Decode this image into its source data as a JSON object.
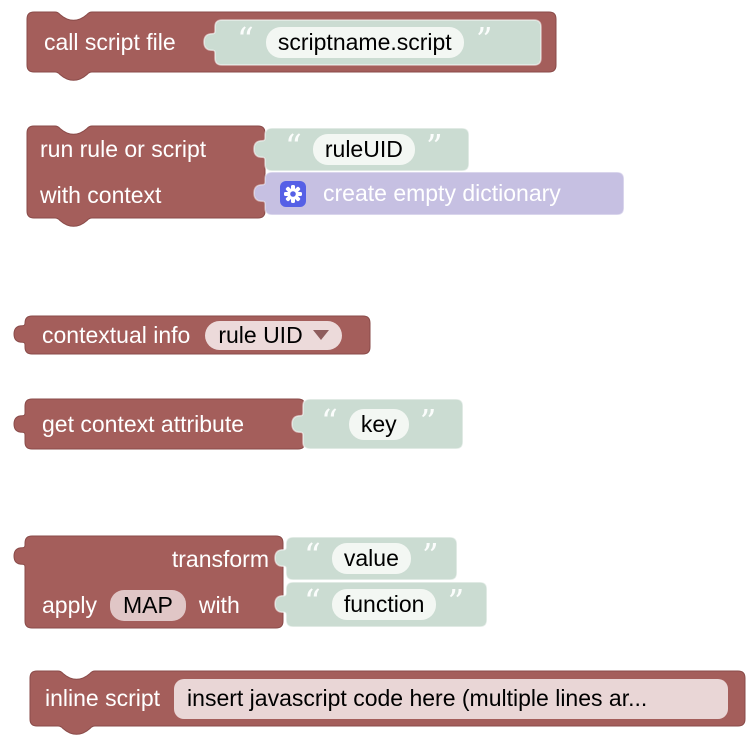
{
  "ui": {
    "open_quote": "“",
    "close_quote": "”"
  },
  "colors": {
    "block_body": "#A45E5B",
    "block_border": "#8A4B49",
    "string_block": "#CBDCD2",
    "dictionary_block": "#C6C0E2",
    "text_field": "#F3F7F3",
    "pink_field": "#E9D6D6",
    "gear_icon_bg": "#5560E6",
    "label_text": "#FFFFFF",
    "field_text": "#000000"
  },
  "blocks": {
    "call_script_file": {
      "label": "call script file",
      "script_name": "scriptname.script"
    },
    "run_rule_or_script": {
      "label": "run rule or script",
      "rule_uid": "ruleUID",
      "context_label": "with context",
      "context_value": "create empty dictionary"
    },
    "contextual_info": {
      "label": "contextual info",
      "selected_option": "rule UID"
    },
    "get_context_attribute": {
      "label": "get context attribute",
      "key": "key"
    },
    "transform": {
      "row1_label": "transform",
      "value": "value",
      "apply_label": "apply",
      "transformation": "MAP",
      "with_label": "with",
      "function": "function"
    },
    "inline_script": {
      "label": "inline script",
      "code": "insert javascript code here (multiple lines ar..."
    }
  }
}
